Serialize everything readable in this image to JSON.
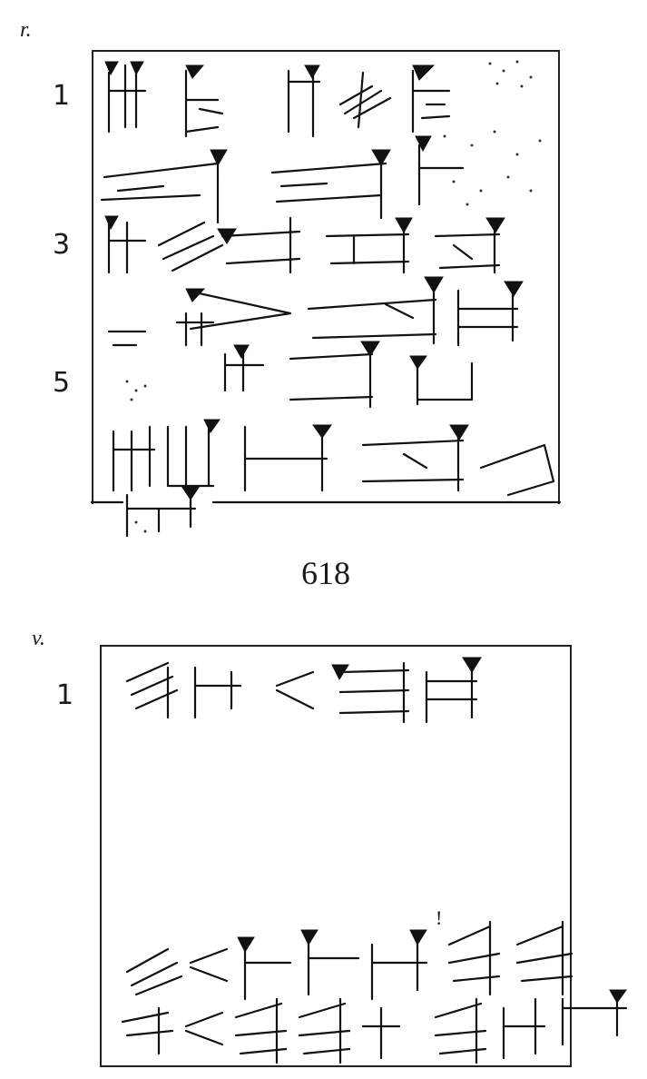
{
  "obverse": {
    "side_label": "r.",
    "line_numbers": [
      "1",
      "3",
      "5"
    ]
  },
  "catalog_number": "618",
  "reverse": {
    "side_label": "v.",
    "line_numbers": [
      "1"
    ],
    "correction_mark": "!"
  }
}
